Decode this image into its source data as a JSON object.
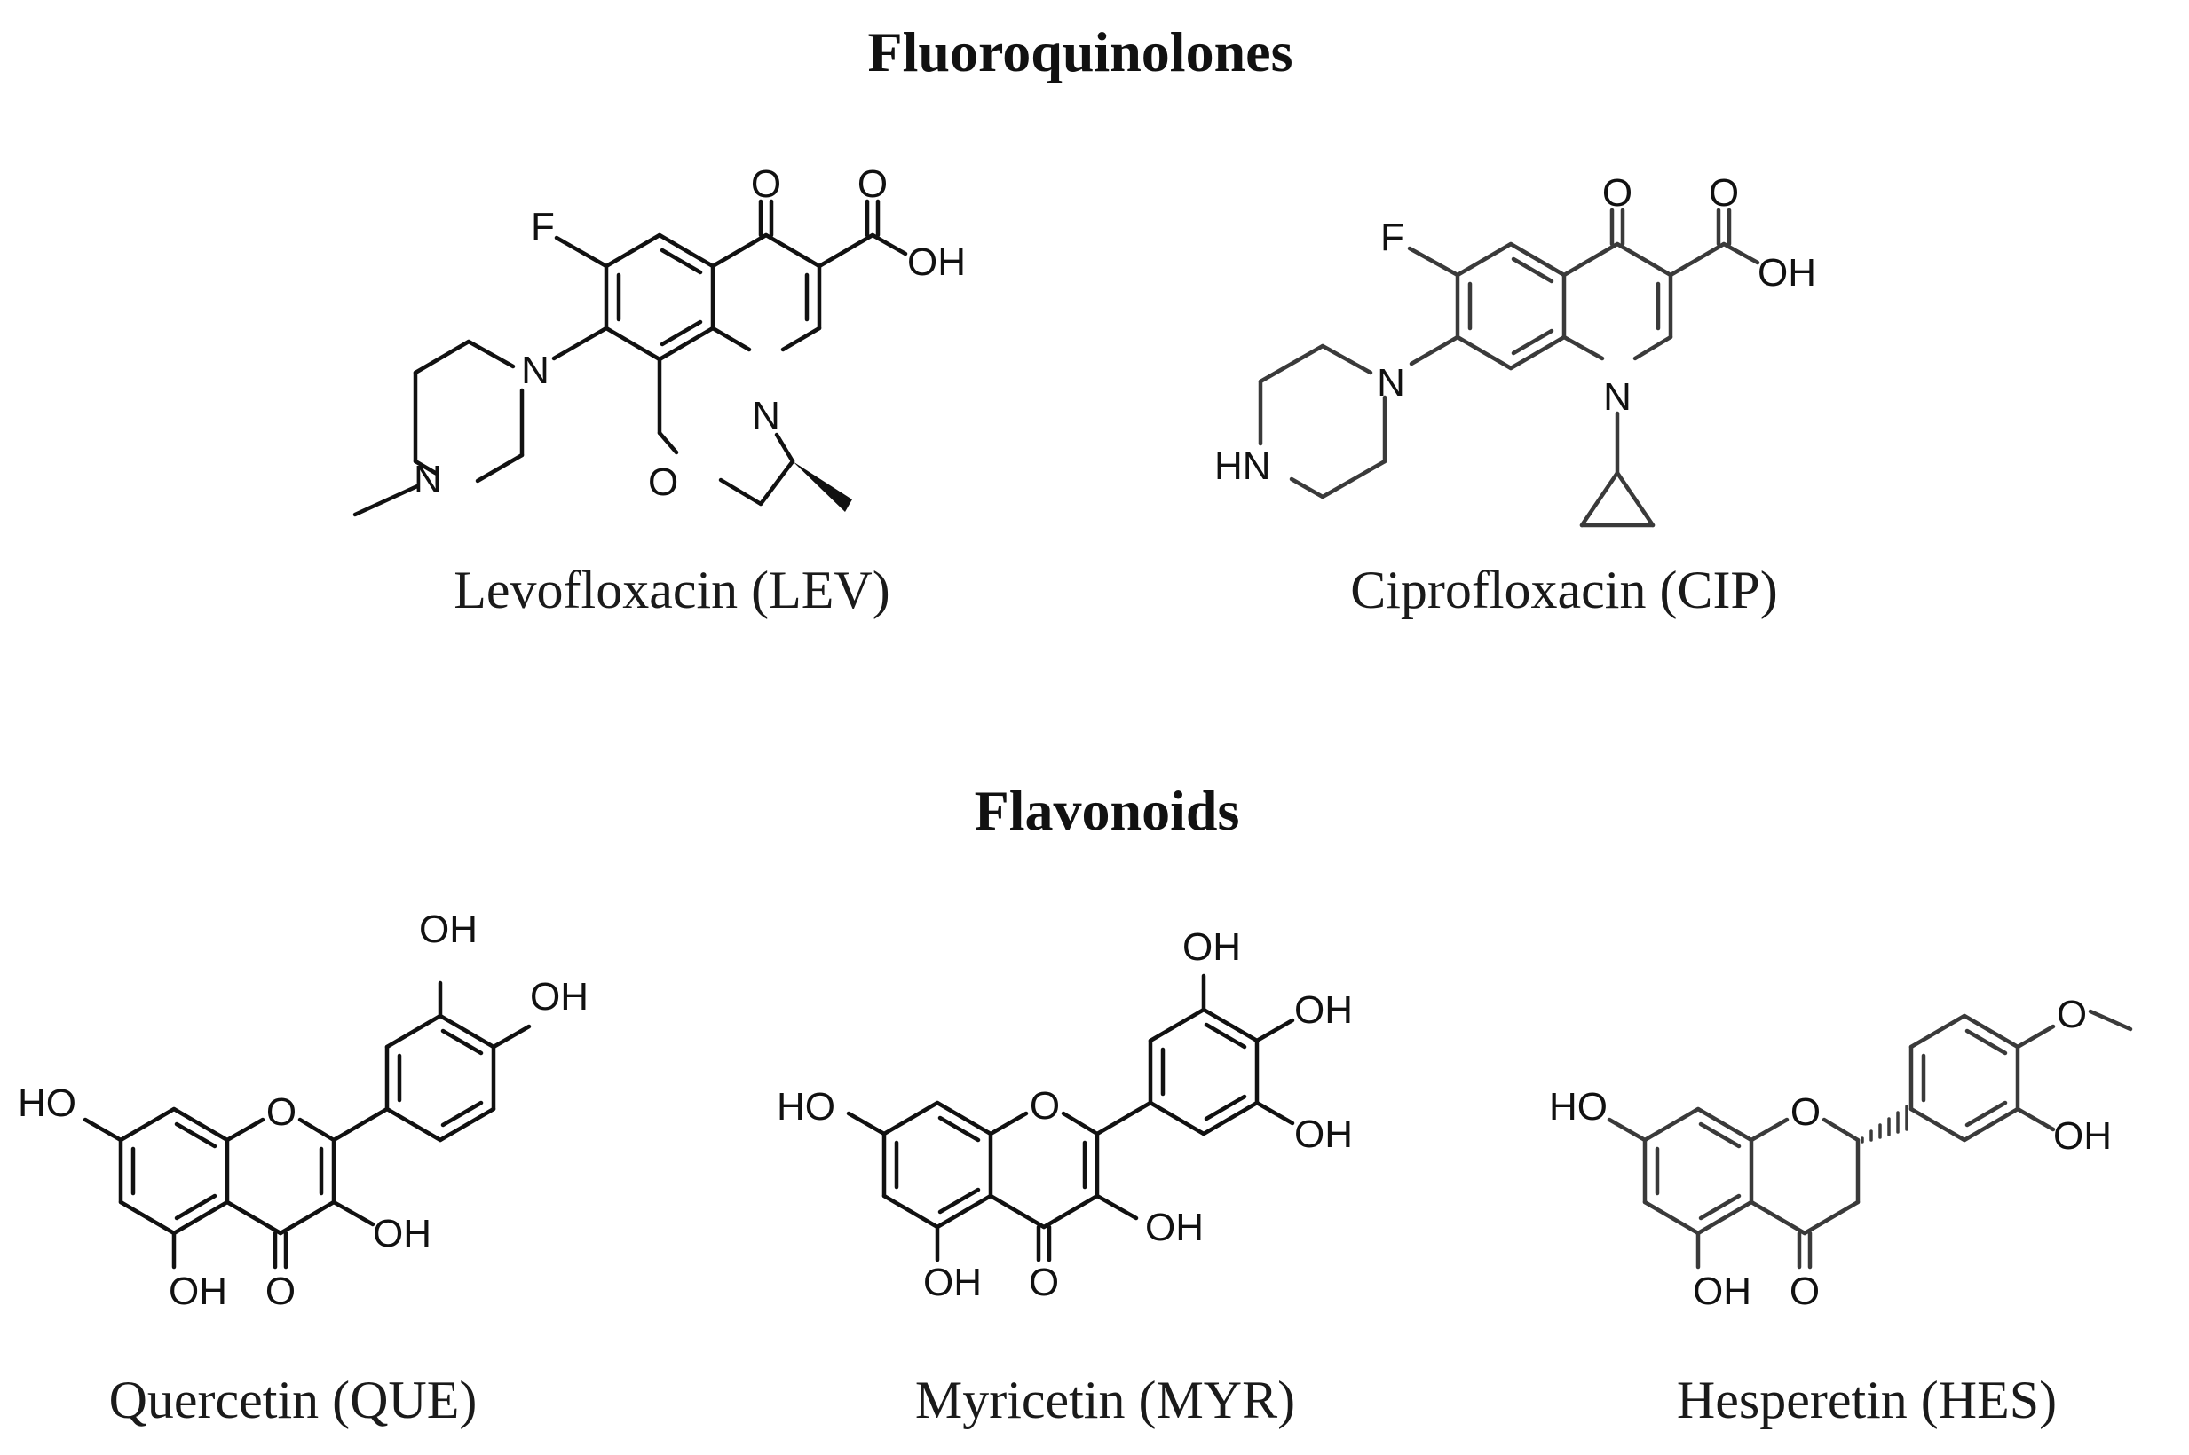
{
  "sections": {
    "fluoroquinolones_title": "Fluoroquinolones",
    "flavonoids_title": "Flavonoids"
  },
  "compounds": {
    "levofloxacin": {
      "caption": "Levofloxacin (LEV)",
      "atoms": {
        "o_keto": "O",
        "o_acid": "O",
        "oh_acid": "OH",
        "f": "F",
        "n_pip": "N",
        "n_methyl": "N",
        "n_ring": "N",
        "o_ring": "O"
      }
    },
    "ciprofloxacin": {
      "caption": "Ciprofloxacin (CIP)",
      "atoms": {
        "o_keto": "O",
        "o_acid": "O",
        "oh_acid": "OH",
        "f": "F",
        "n_pip": "N",
        "hn": "HN",
        "n_ring": "N"
      }
    },
    "quercetin": {
      "caption": "Quercetin (QUE)",
      "atoms": {
        "ho7": "HO",
        "o1": "O",
        "oh5": "OH",
        "o4": "O",
        "oh3": "OH",
        "oh3p": "OH",
        "oh4p": "OH"
      }
    },
    "myricetin": {
      "caption": "Myricetin (MYR)",
      "atoms": {
        "ho7": "HO",
        "o1": "O",
        "oh5": "OH",
        "o4": "O",
        "oh3": "OH",
        "oh3p": "OH",
        "oh4p": "OH",
        "oh5p": "OH"
      }
    },
    "hesperetin": {
      "caption": "Hesperetin (HES)",
      "atoms": {
        "ho7": "HO",
        "o1": "O",
        "oh5": "OH",
        "o4": "O",
        "oh3p": "OH",
        "o_methoxy": "O"
      }
    }
  }
}
